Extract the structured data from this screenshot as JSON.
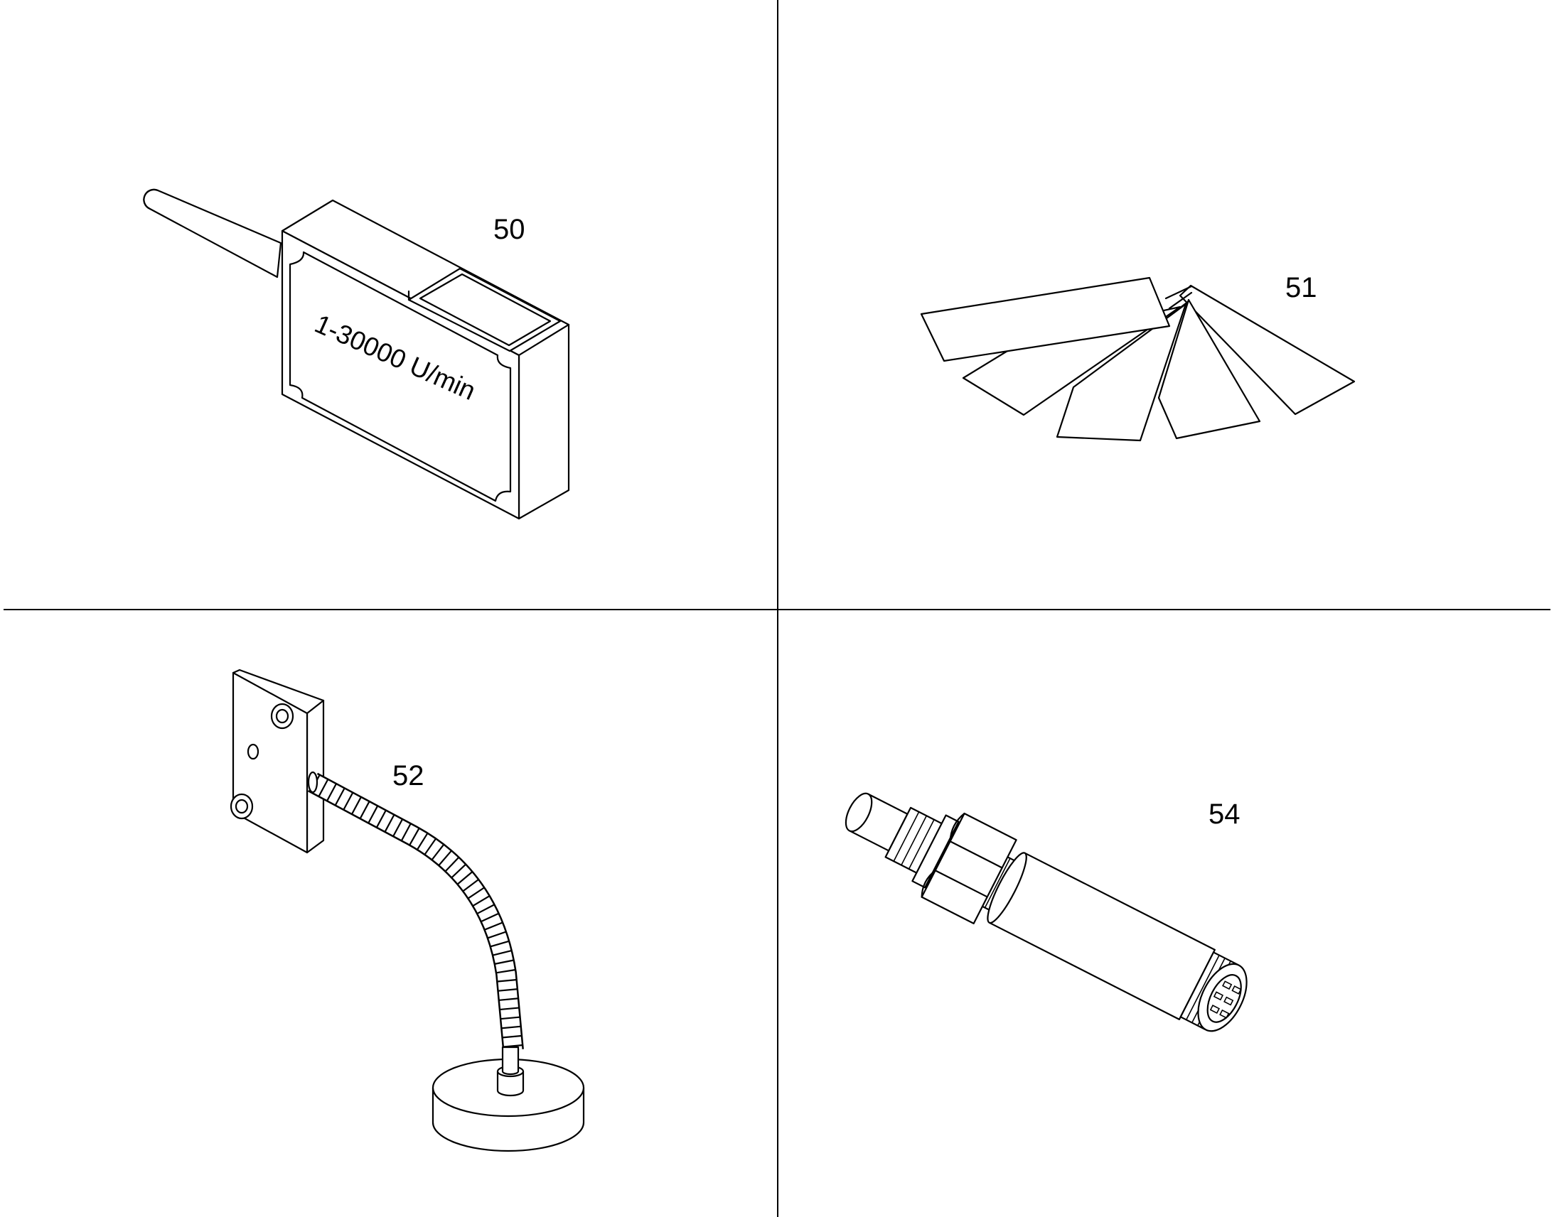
{
  "callouts": {
    "part_50": "50",
    "part_51": "51",
    "part_52": "52",
    "part_54": "54"
  },
  "plate_label": "1-30000 U/min"
}
